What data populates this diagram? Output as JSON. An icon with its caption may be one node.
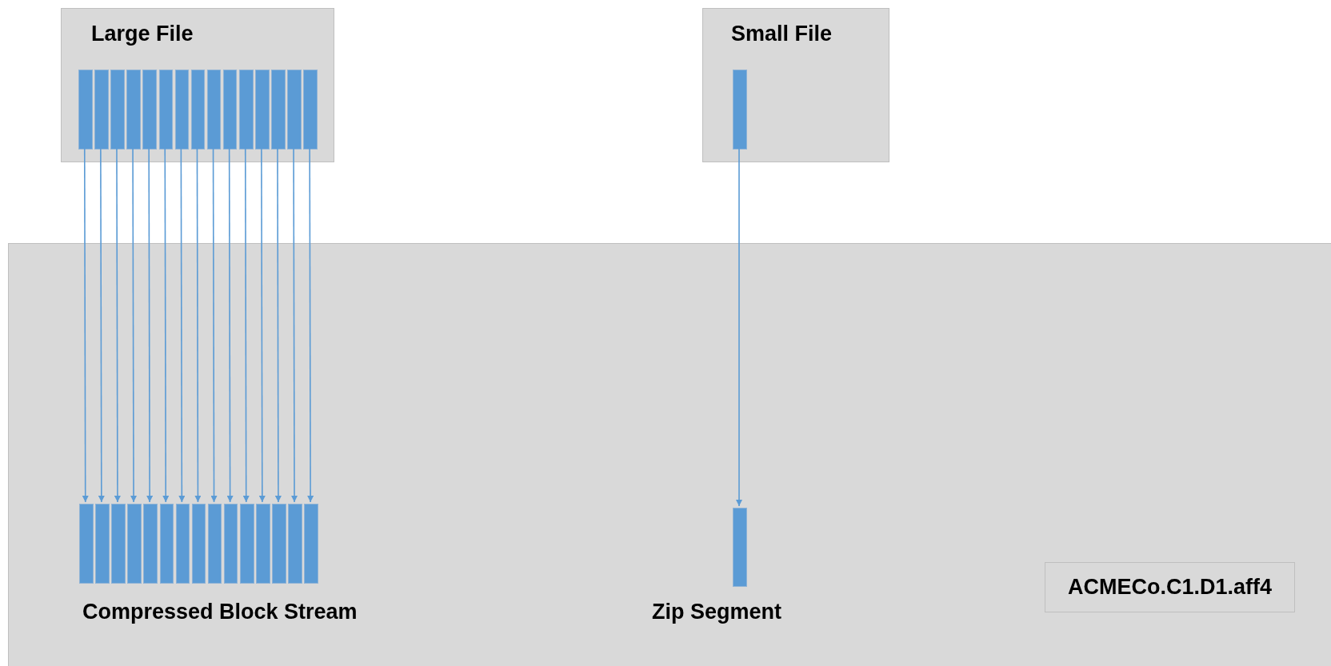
{
  "diagram": {
    "nodes": [
      {
        "text": [
          "Large File"
        ]
      },
      {
        "text": [],
        "shape": "bar",
        "in": 0
      },
      {
        "text": [],
        "shape": "bar",
        "in": 0
      },
      {
        "text": [],
        "shape": "bar",
        "in": 0
      },
      {
        "text": [],
        "shape": "bar",
        "in": 0
      },
      {
        "text": [],
        "shape": "bar",
        "in": 0
      },
      {
        "text": [],
        "shape": "bar",
        "in": 0
      },
      {
        "text": [],
        "shape": "bar",
        "in": 0
      },
      {
        "text": [],
        "shape": "bar",
        "in": 0
      },
      {
        "text": [],
        "shape": "bar",
        "in": 0
      },
      {
        "text": [],
        "shape": "bar",
        "in": 0
      },
      {
        "text": [],
        "shape": "bar",
        "in": 0
      },
      {
        "text": [],
        "shape": "bar",
        "in": 0
      },
      {
        "text": [],
        "shape": "bar",
        "in": 0
      },
      {
        "text": [],
        "shape": "bar",
        "in": 0
      },
      {
        "text": [],
        "shape": "bar",
        "in": 0
      },
      {
        "text": [
          "Small File"
        ]
      },
      {
        "text": [],
        "shape": "bar",
        "in": 16
      },
      {
        "text": [],
        "shape": "box"
      },
      {
        "text": [],
        "shape": "bar",
        "in": 18
      },
      {
        "text": [],
        "shape": "bar",
        "in": 18
      },
      {
        "text": [],
        "shape": "bar",
        "in": 18
      },
      {
        "text": [],
        "shape": "bar",
        "in": 18
      },
      {
        "text": [],
        "shape": "bar",
        "in": 18
      },
      {
        "text": [],
        "shape": "bar",
        "in": 18
      },
      {
        "text": [],
        "shape": "bar",
        "in": 18
      },
      {
        "text": [],
        "shape": "bar",
        "in": 18
      },
      {
        "text": [],
        "shape": "bar",
        "in": 18
      },
      {
        "text": [],
        "shape": "bar",
        "in": 18
      },
      {
        "text": [],
        "shape": "bar",
        "in": 18
      },
      {
        "text": [],
        "shape": "bar",
        "in": 18
      },
      {
        "text": [],
        "shape": "bar",
        "in": 18
      },
      {
        "text": [],
        "shape": "bar",
        "in": 18
      },
      {
        "text": [],
        "shape": "bar",
        "in": 18
      },
      {
        "text": [],
        "shape": "bar",
        "in": 18,
        "beside": [
          "Zip Segment"
        ]
      },
      {
        "text": [
          "ACMECo.C1.D1.aff4"
        ],
        "in": 18
      }
    ],
    "edges": [
      {
        "from": 1,
        "to": 19,
        "arrow": "to"
      },
      {
        "from": 2,
        "to": 20,
        "arrow": "to"
      },
      {
        "from": 3,
        "to": 21,
        "arrow": "to"
      },
      {
        "from": 4,
        "to": 22,
        "arrow": "to"
      },
      {
        "from": 5,
        "to": 23,
        "arrow": "to"
      },
      {
        "from": 6,
        "to": 24,
        "arrow": "to"
      },
      {
        "from": 7,
        "to": 25,
        "arrow": "to"
      },
      {
        "from": 8,
        "to": 26,
        "arrow": "to"
      },
      {
        "from": 9,
        "to": 27,
        "arrow": "to"
      },
      {
        "from": 10,
        "to": 28,
        "arrow": "to"
      },
      {
        "from": 11,
        "to": 29,
        "arrow": "to"
      },
      {
        "from": 12,
        "to": 30,
        "arrow": "to"
      },
      {
        "from": 13,
        "to": 31,
        "arrow": "to"
      },
      {
        "from": 14,
        "to": 32,
        "arrow": "to"
      },
      {
        "from": 15,
        "to": 33,
        "arrow": "to"
      },
      {
        "from": 17,
        "to": 34,
        "arrow": "to"
      }
    ],
    "labels": [
      "Compressed Block Stream"
    ]
  }
}
